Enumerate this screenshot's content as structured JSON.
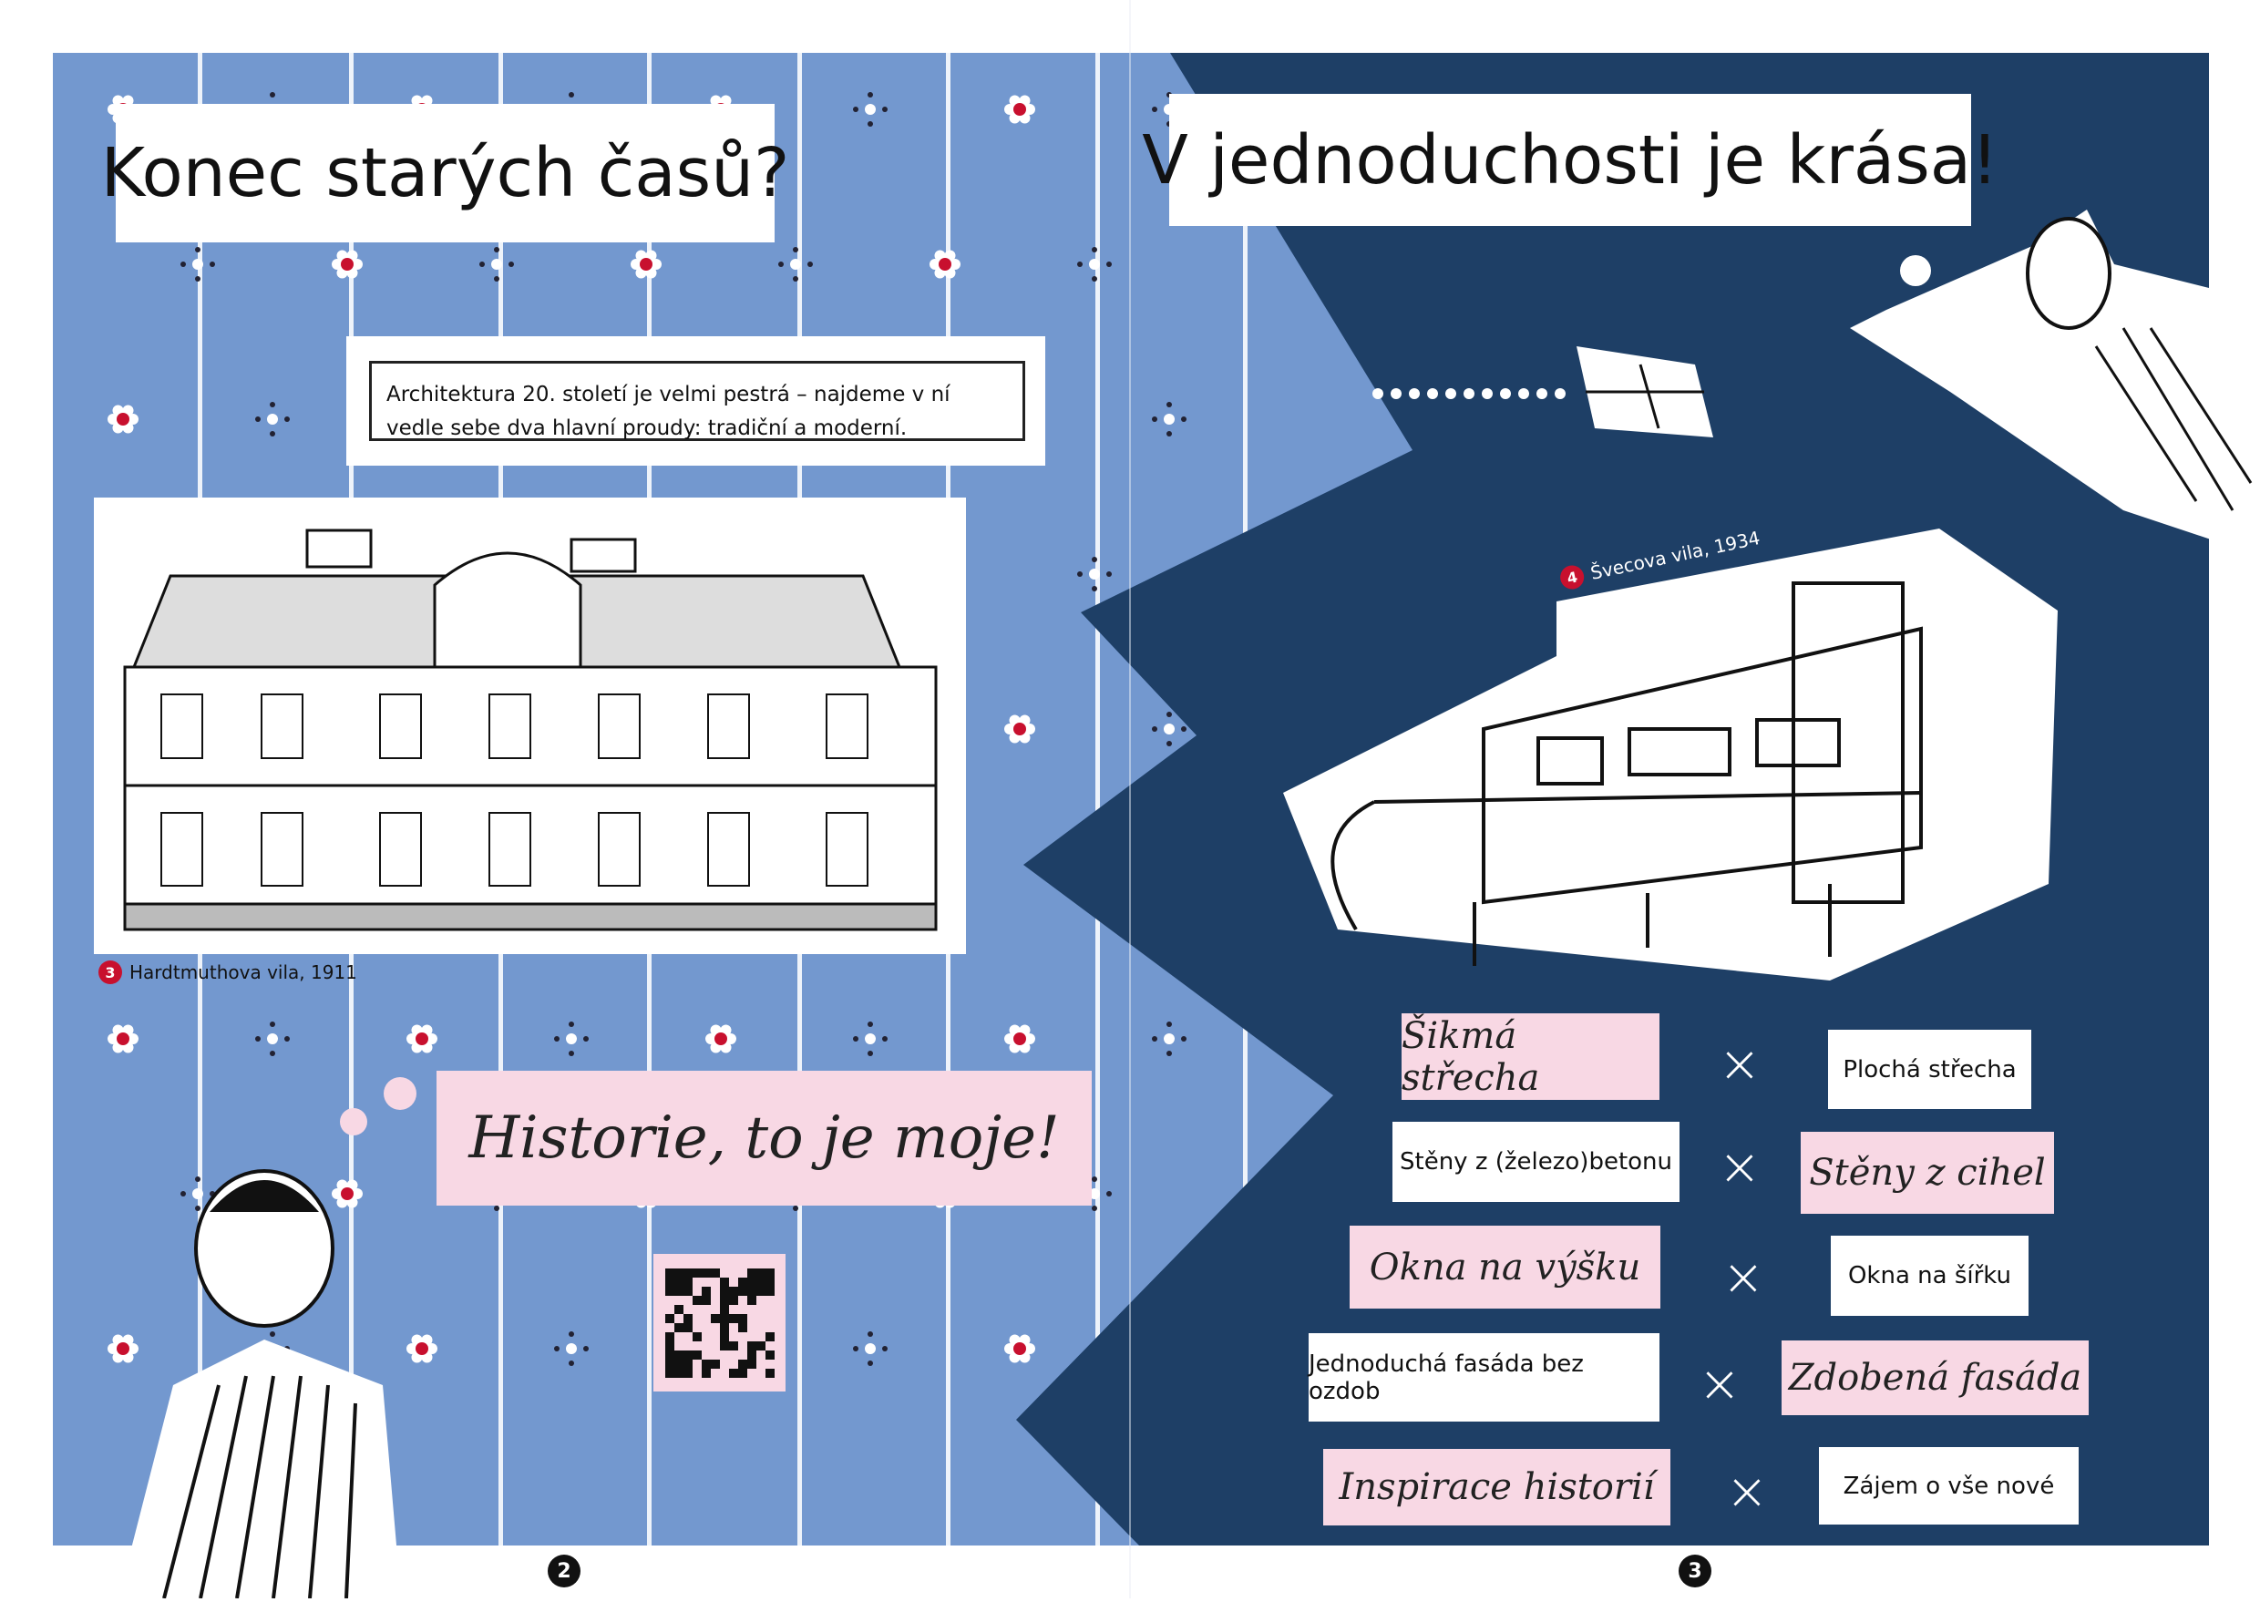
{
  "colors": {
    "blue": "#7398cf",
    "navy": "#1e3f66",
    "pink": "#f8d8e4",
    "red": "#c8102e"
  },
  "left_page": {
    "title": "Konec starých časů?",
    "intro": "Architektura 20. století je velmi pestrá – najdeme v ní vedle sebe dva hlavní proudy: tradiční a moderní.",
    "caption_number": "3",
    "caption": "Hardtmuthova vila, 1911",
    "speech": "Historie, to je moje!",
    "page_number": "2"
  },
  "right_page": {
    "title": "V jednoduchosti je krása!",
    "caption_number": "4",
    "caption": "Švecova vila, 1934",
    "page_number": "3",
    "comparisons": [
      {
        "traditional": "Šikmá střecha",
        "modern": "Plochá střecha",
        "separator": "×"
      },
      {
        "traditional": "Stěny z cihel",
        "modern": "Stěny z (železo)betonu",
        "separator": "×"
      },
      {
        "traditional": "Okna na výšku",
        "modern": "Okna na šířku",
        "separator": "×"
      },
      {
        "traditional": "Zdobená fasáda",
        "modern": "Jednoduchá fasáda bez ozdob",
        "separator": "×"
      },
      {
        "traditional": "Inspirace historií",
        "modern": "Zájem o vše nové",
        "separator": "×"
      }
    ]
  }
}
